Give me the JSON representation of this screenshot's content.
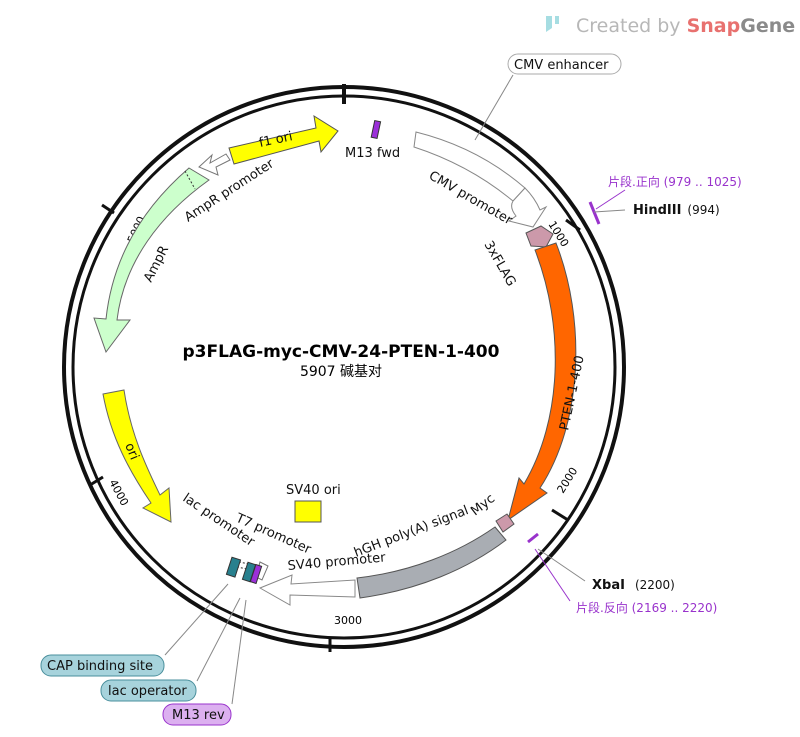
{
  "watermark": {
    "prefix": "Created by ",
    "brand_a": "Snap",
    "brand_b": "Gene"
  },
  "plasmid": {
    "name": "p3FLAG-myc-CMV-24-PTEN-1-400",
    "size_text": "5907 碱基对"
  },
  "ticks": [
    "1000",
    "2000",
    "3000",
    "4000",
    "5000"
  ],
  "features": {
    "f1_ori": "f1 ori",
    "ampr_promoter": "AmpR promoter",
    "ampr": "AmpR",
    "ori": "ori",
    "m13_fwd": "M13 fwd",
    "cmv_enhancer": "CMV enhancer",
    "cmv_promoter": "CMV promoter",
    "flag": "3xFLAG",
    "pten": "PTEN-1-400",
    "myc": "Myc",
    "hgh": "hGH poly(A) signal",
    "sv40_ori": "SV40 ori",
    "sv40_promoter": "SV40 promoter",
    "t7_promoter": "T7 promoter",
    "lac_promoter": "lac promoter",
    "cap_site": "CAP binding site",
    "lac_operator": "lac operator",
    "m13_rev": "M13 rev"
  },
  "sites": {
    "hindiii": {
      "name": "HindIII",
      "pos": "(994)"
    },
    "xbai": {
      "name": "XbaI",
      "pos": "(2200)"
    }
  },
  "primers": {
    "forward": "片段.正向  (979 .. 1025)",
    "reverse": "片段.反向  (2169 .. 2220)"
  },
  "colors": {
    "f1_ori": "#ffff00",
    "ampr": "#ccffcc",
    "ori": "#ffff00",
    "pten": "#ff6600",
    "hgh": "#a9adb3",
    "flag": "#cc99aa",
    "cap": "#a7d3dc",
    "m13": "#dcb0f0",
    "primer": "#9933cc",
    "brand": "#e8716f"
  }
}
